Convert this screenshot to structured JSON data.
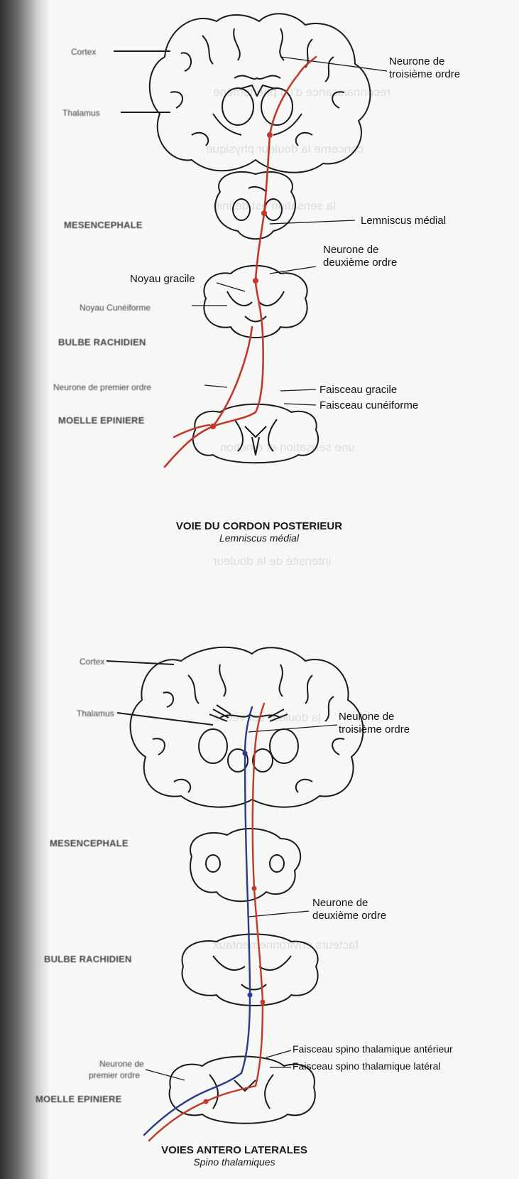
{
  "diagram_top": {
    "labels": {
      "cortex": "Cortex",
      "thalamus": "Thalamus",
      "neuron3": [
        "Neurone de",
        "troisième ordre"
      ],
      "mesencephale": "MESENCEPHALE",
      "lemniscus": "Lemniscus médial",
      "noyau_gracile": "Noyau gracile",
      "neuron2": [
        "Neurone de",
        "deuxième ordre"
      ],
      "noyau_cuneiforme": "Noyau Cunéiforme",
      "bulbe": "BULBE RACHIDIEN",
      "faisceau_gracile": "Faisceau gracile",
      "faisceau_cuneiforme": "Faisceau cunéiforme",
      "neuron1": "Neurone de premier ordre",
      "moelle": "MOELLE EPINIERE"
    },
    "title": "VOIE DU CORDON POSTERIEUR",
    "subtitle": "Lemniscus médial"
  },
  "diagram_bottom": {
    "labels": {
      "cortex": "Cortex",
      "thalamus": "Thalamus",
      "neuron3": [
        "Neurone de",
        "troisième ordre"
      ],
      "mesencephale": "MESENCEPHALE",
      "neuron2": [
        "Neurone de",
        "deuxième ordre"
      ],
      "bulbe": "BULBE RACHIDIEN",
      "faisceau_anterieur": "Faisceau spino thalamique antérieur",
      "faisceau_lateral": "Faisceau spino thalamique latéral",
      "neuron1": [
        "Neurone de",
        "premier ordre"
      ],
      "moelle": "MOELLE EPINIERE"
    },
    "title": "VOIES ANTERO LATERALES",
    "subtitle": "Spino thalamiques"
  },
  "colors": {
    "pathway_red": "#c0392b",
    "pathway_blue": "#2b3a8c",
    "outline": "#1a1a1a"
  }
}
